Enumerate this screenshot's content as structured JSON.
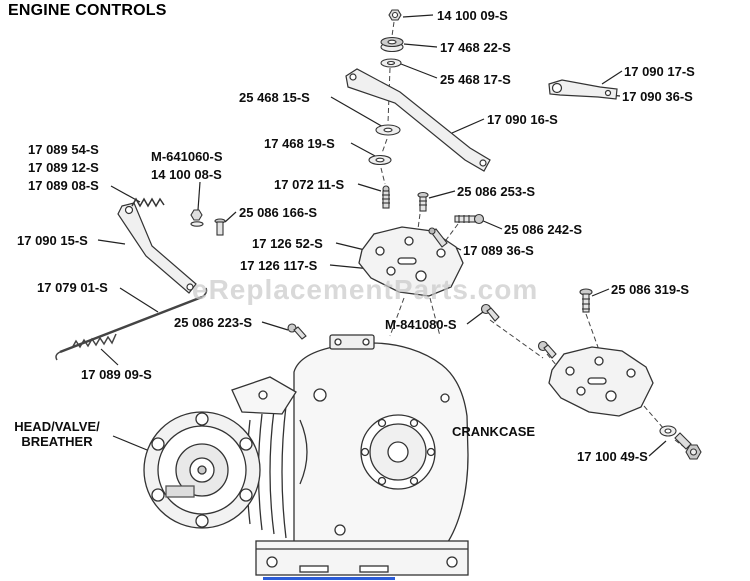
{
  "title": "ENGINE CONTROLS",
  "watermark": "eReplacementParts.com",
  "colors": {
    "label_text": "#0d0d0d",
    "line_art": "#333333",
    "watermark": "#c9c9c9",
    "bottom_line_blue": "#2b5cd8"
  },
  "labels": [
    {
      "id": "14-100-09-s",
      "text": "14 100 09-S"
    },
    {
      "id": "17-468-22-s",
      "text": "17 468 22-S"
    },
    {
      "id": "25-468-17-s",
      "text": "25 468 17-S"
    },
    {
      "id": "17-090-17-s",
      "text": "17 090 17-S"
    },
    {
      "id": "17-090-36-s",
      "text": "17 090 36-S"
    },
    {
      "id": "25-468-15-s",
      "text": "25 468 15-S"
    },
    {
      "id": "17-090-16-s",
      "text": "17 090 16-S"
    },
    {
      "id": "17-468-19-s",
      "text": "17 468 19-S"
    },
    {
      "id": "17-089-54-s",
      "text": "17 089 54-S"
    },
    {
      "id": "17-089-12-s",
      "text": "17 089 12-S"
    },
    {
      "id": "17-089-08-s",
      "text": "17 089 08-S"
    },
    {
      "id": "m-641060-s",
      "text": "M-641060-S"
    },
    {
      "id": "14-100-08-s",
      "text": "14 100 08-S"
    },
    {
      "id": "17-072-11-s",
      "text": "17 072 11-S"
    },
    {
      "id": "25-086-253-s",
      "text": "25 086 253-S"
    },
    {
      "id": "25-086-166-s",
      "text": "25 086 166-S"
    },
    {
      "id": "25-086-242-s",
      "text": "25 086 242-S"
    },
    {
      "id": "17-090-15-s",
      "text": "17 090 15-S"
    },
    {
      "id": "17-126-52-s",
      "text": "17 126 52-S"
    },
    {
      "id": "17-089-36-s",
      "text": "17 089 36-S"
    },
    {
      "id": "17-126-117-s",
      "text": "17 126 117-S"
    },
    {
      "id": "17-079-01-s",
      "text": "17 079 01-S"
    },
    {
      "id": "25-086-319-s",
      "text": "25 086 319-S"
    },
    {
      "id": "25-086-223-s",
      "text": "25 086 223-S"
    },
    {
      "id": "m-841080-s",
      "text": "M-841080-S"
    },
    {
      "id": "17-089-09-s",
      "text": "17 089 09-S"
    },
    {
      "id": "head-valve-breather",
      "text": "HEAD/VALVE/\nBREATHER"
    },
    {
      "id": "crankcase",
      "text": "CRANKCASE"
    },
    {
      "id": "17-100-49-s",
      "text": "17 100 49-S"
    }
  ]
}
